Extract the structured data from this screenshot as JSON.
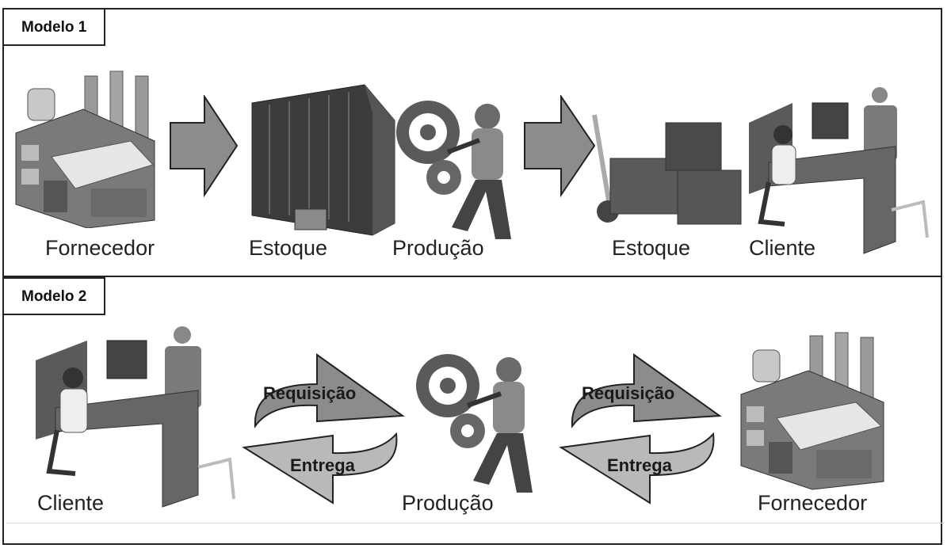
{
  "model1": {
    "title": "Modelo 1",
    "labels": {
      "supplier": "Fornecedor",
      "stock_in": "Estoque",
      "production": "Produção",
      "stock_out": "Estoque",
      "customer": "Cliente"
    }
  },
  "model2": {
    "title": "Modelo 2",
    "labels": {
      "customer": "Cliente",
      "production": "Produção",
      "supplier": "Fornecedor"
    },
    "arrows": {
      "left_request": "Requisição",
      "left_delivery": "Entrega",
      "right_request": "Requisição",
      "right_delivery": "Entrega"
    }
  },
  "colors": {
    "arrow_dark": "#8c8c8c",
    "arrow_light": "#b9b9b9",
    "border": "#222222"
  }
}
